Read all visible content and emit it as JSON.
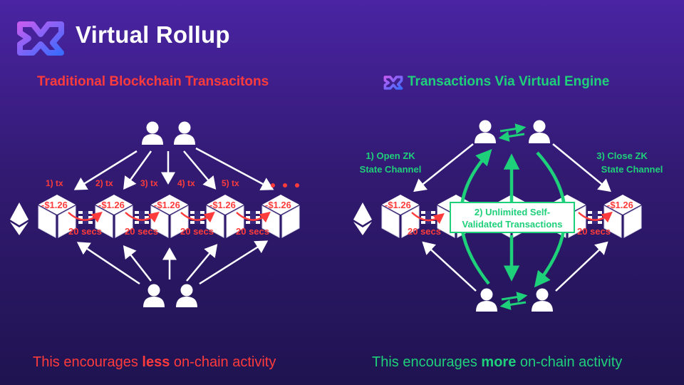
{
  "header": {
    "title": "Virtual Rollup"
  },
  "left": {
    "title": "Traditional Blockchain Transacitons",
    "tx_labels": [
      "1) tx",
      "2) tx",
      "3) tx",
      "4) tx",
      "5) tx"
    ],
    "fee": "-$1.26",
    "time": "20 secs",
    "footer_pre": "This encourages ",
    "footer_bold": "less",
    "footer_post": " on-chain activity"
  },
  "right": {
    "title": "Transactions Via Virtual Engine",
    "step1_line1": "1) Open ZK",
    "step1_line2": "State Channel",
    "step2_line1": "2) Unlimited Self-",
    "step2_line2": "Validated Transactions",
    "step3_line1": "3) Close ZK",
    "step3_line2": "State Channel",
    "fee": "-$1.26",
    "time": "20 secs",
    "footer_pre": "This encourages ",
    "footer_bold": "more",
    "footer_post": " on-chain activity"
  },
  "colors": {
    "red": "#ff3b3b",
    "green": "#1fd07a",
    "white": "#ffffff"
  }
}
